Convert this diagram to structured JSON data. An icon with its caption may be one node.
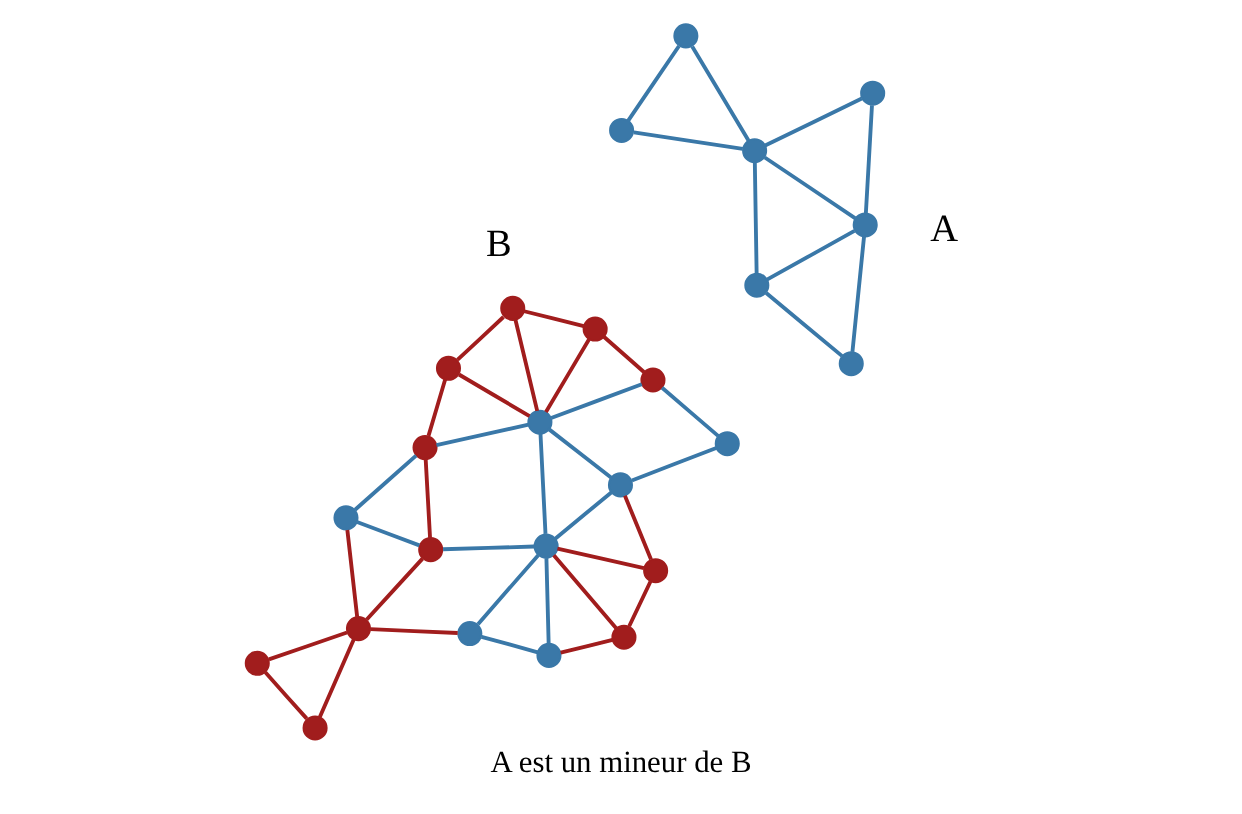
{
  "diagram": {
    "caption": "A est un mineur de B",
    "nodes": [
      {
        "text": [],
        "shape": "circle"
      },
      {
        "text": [],
        "shape": "circle"
      },
      {
        "text": [],
        "shape": "circle"
      },
      {
        "text": [],
        "shape": "circle"
      },
      {
        "text": [],
        "shape": "circle"
      },
      {
        "text": [],
        "shape": "circle"
      },
      {
        "text": [],
        "shape": "circle"
      },
      {
        "text": [],
        "shape": "circle"
      },
      {
        "text": [],
        "shape": "circle"
      },
      {
        "text": [],
        "shape": "circle"
      },
      {
        "text": [],
        "shape": "circle"
      },
      {
        "text": [],
        "shape": "circle"
      },
      {
        "text": [],
        "shape": "circle"
      },
      {
        "text": [],
        "shape": "circle"
      },
      {
        "text": [],
        "shape": "circle"
      },
      {
        "text": [],
        "shape": "circle"
      },
      {
        "text": [],
        "shape": "circle"
      },
      {
        "text": [],
        "shape": "circle"
      },
      {
        "text": [],
        "shape": "circle"
      },
      {
        "text": [],
        "shape": "circle"
      },
      {
        "text": [],
        "shape": "circle"
      },
      {
        "text": [],
        "shape": "circle"
      },
      {
        "text": [],
        "shape": "circle"
      },
      {
        "text": [],
        "shape": "circle"
      },
      {
        "text": [],
        "shape": "circle"
      }
    ],
    "edges": [
      {
        "from": 1,
        "to": 3,
        "arrow": "none"
      },
      {
        "from": 1,
        "to": 4,
        "arrow": "none"
      },
      {
        "from": 0,
        "to": 3,
        "arrow": "none"
      },
      {
        "from": 0,
        "to": 2,
        "arrow": "none"
      },
      {
        "from": 2,
        "to": 3,
        "arrow": "none"
      },
      {
        "from": 3,
        "to": 4,
        "arrow": "none"
      },
      {
        "from": 3,
        "to": 5,
        "arrow": "none"
      },
      {
        "from": 4,
        "to": 5,
        "arrow": "none"
      },
      {
        "from": 4,
        "to": 6,
        "arrow": "none"
      },
      {
        "from": 5,
        "to": 6,
        "arrow": "none"
      },
      {
        "from": 7,
        "to": 8,
        "arrow": "none",
        "color": "#a11d1d"
      },
      {
        "from": 7,
        "to": 9,
        "arrow": "none",
        "color": "#a11d1d"
      },
      {
        "from": 8,
        "to": 9,
        "arrow": "none",
        "color": "#a11d1d"
      },
      {
        "from": 9,
        "to": 10,
        "arrow": "none",
        "color": "#a11d1d"
      },
      {
        "from": 9,
        "to": 11,
        "arrow": "none",
        "color": "#a11d1d"
      },
      {
        "from": 9,
        "to": 12,
        "arrow": "none",
        "color": "#a11d1d"
      },
      {
        "from": 10,
        "to": 15,
        "arrow": "none"
      },
      {
        "from": 10,
        "to": 13,
        "arrow": "none"
      },
      {
        "from": 11,
        "to": 12,
        "arrow": "none"
      },
      {
        "from": 12,
        "to": 15,
        "arrow": "none"
      },
      {
        "from": 11,
        "to": 16,
        "arrow": "none"
      },
      {
        "from": 12,
        "to": 16,
        "arrow": "none",
        "color": "#a11d1d"
      },
      {
        "from": 13,
        "to": 15,
        "arrow": "none"
      },
      {
        "from": 13,
        "to": 14,
        "arrow": "none",
        "color": "#a11d1d"
      },
      {
        "from": 14,
        "to": 15,
        "arrow": "none",
        "color": "#a11d1d"
      },
      {
        "from": 14,
        "to": 17,
        "arrow": "none",
        "color": "#a11d1d"
      },
      {
        "from": 17,
        "to": 15,
        "arrow": "none",
        "color": "#a11d1d"
      },
      {
        "from": 17,
        "to": 20,
        "arrow": "none",
        "color": "#a11d1d"
      },
      {
        "from": 16,
        "to": 18,
        "arrow": "none",
        "color": "#a11d1d"
      },
      {
        "from": 16,
        "to": 19,
        "arrow": "none"
      },
      {
        "from": 15,
        "to": 19,
        "arrow": "none"
      },
      {
        "from": 15,
        "to": 20,
        "arrow": "none"
      },
      {
        "from": 18,
        "to": 19,
        "arrow": "none",
        "color": "#a11d1d"
      },
      {
        "from": 18,
        "to": 21,
        "arrow": "none",
        "color": "#a11d1d"
      },
      {
        "from": 21,
        "to": 19,
        "arrow": "none",
        "color": "#a11d1d"
      },
      {
        "from": 22,
        "to": 19,
        "arrow": "none",
        "color": "#a11d1d"
      },
      {
        "from": 21,
        "to": 22,
        "arrow": "none",
        "color": "#a11d1d"
      },
      {
        "from": 22,
        "to": 23,
        "arrow": "none",
        "color": "#a11d1d"
      },
      {
        "from": 19,
        "to": 20,
        "arrow": "none"
      },
      {
        "from": 19,
        "to": 23,
        "arrow": "none"
      },
      {
        "from": 23,
        "to": 24,
        "arrow": "none"
      },
      {
        "from": 20,
        "to": 24,
        "arrow": "none"
      }
    ],
    "labels": [
      "A",
      "B"
    ]
  }
}
